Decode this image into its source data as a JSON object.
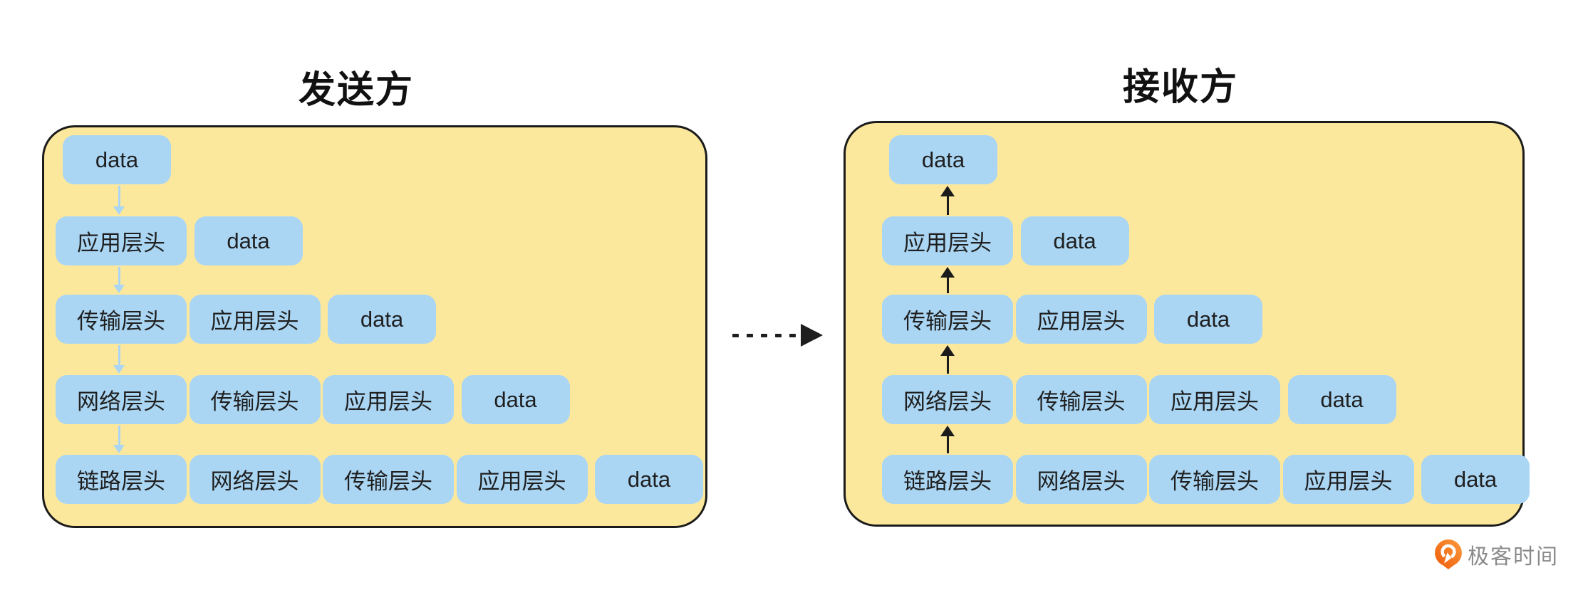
{
  "diagram": {
    "sender": {
      "title": "发送方",
      "rows": [
        [
          "data"
        ],
        [
          "应用层头",
          "data"
        ],
        [
          "传输层头",
          "应用层头",
          "data"
        ],
        [
          "网络层头",
          "传输层头",
          "应用层头",
          "data"
        ],
        [
          "链路层头",
          "网络层头",
          "传输层头",
          "应用层头",
          "data"
        ]
      ]
    },
    "receiver": {
      "title": "接收方",
      "rows": [
        [
          "data"
        ],
        [
          "应用层头",
          "data"
        ],
        [
          "传输层头",
          "应用层头",
          "data"
        ],
        [
          "网络层头",
          "传输层头",
          "应用层头",
          "data"
        ],
        [
          "链路层头",
          "网络层头",
          "传输层头",
          "应用层头",
          "data"
        ]
      ]
    },
    "logo": {
      "brand": "极客时间"
    },
    "colors": {
      "panel_fill": "#FCE89C",
      "panel_border": "#1B1B1B",
      "box_fill": "#AAD6F4",
      "box_text": "#1F1F1F",
      "sender_arrow_color": "#AAD6F4",
      "receiver_arrow_color": "#1B1B1B",
      "transfer_arrow_color": "#1E1E1E",
      "logo_text_color": "#8A8A8A",
      "logo_icon_color": "#F4670D"
    }
  }
}
